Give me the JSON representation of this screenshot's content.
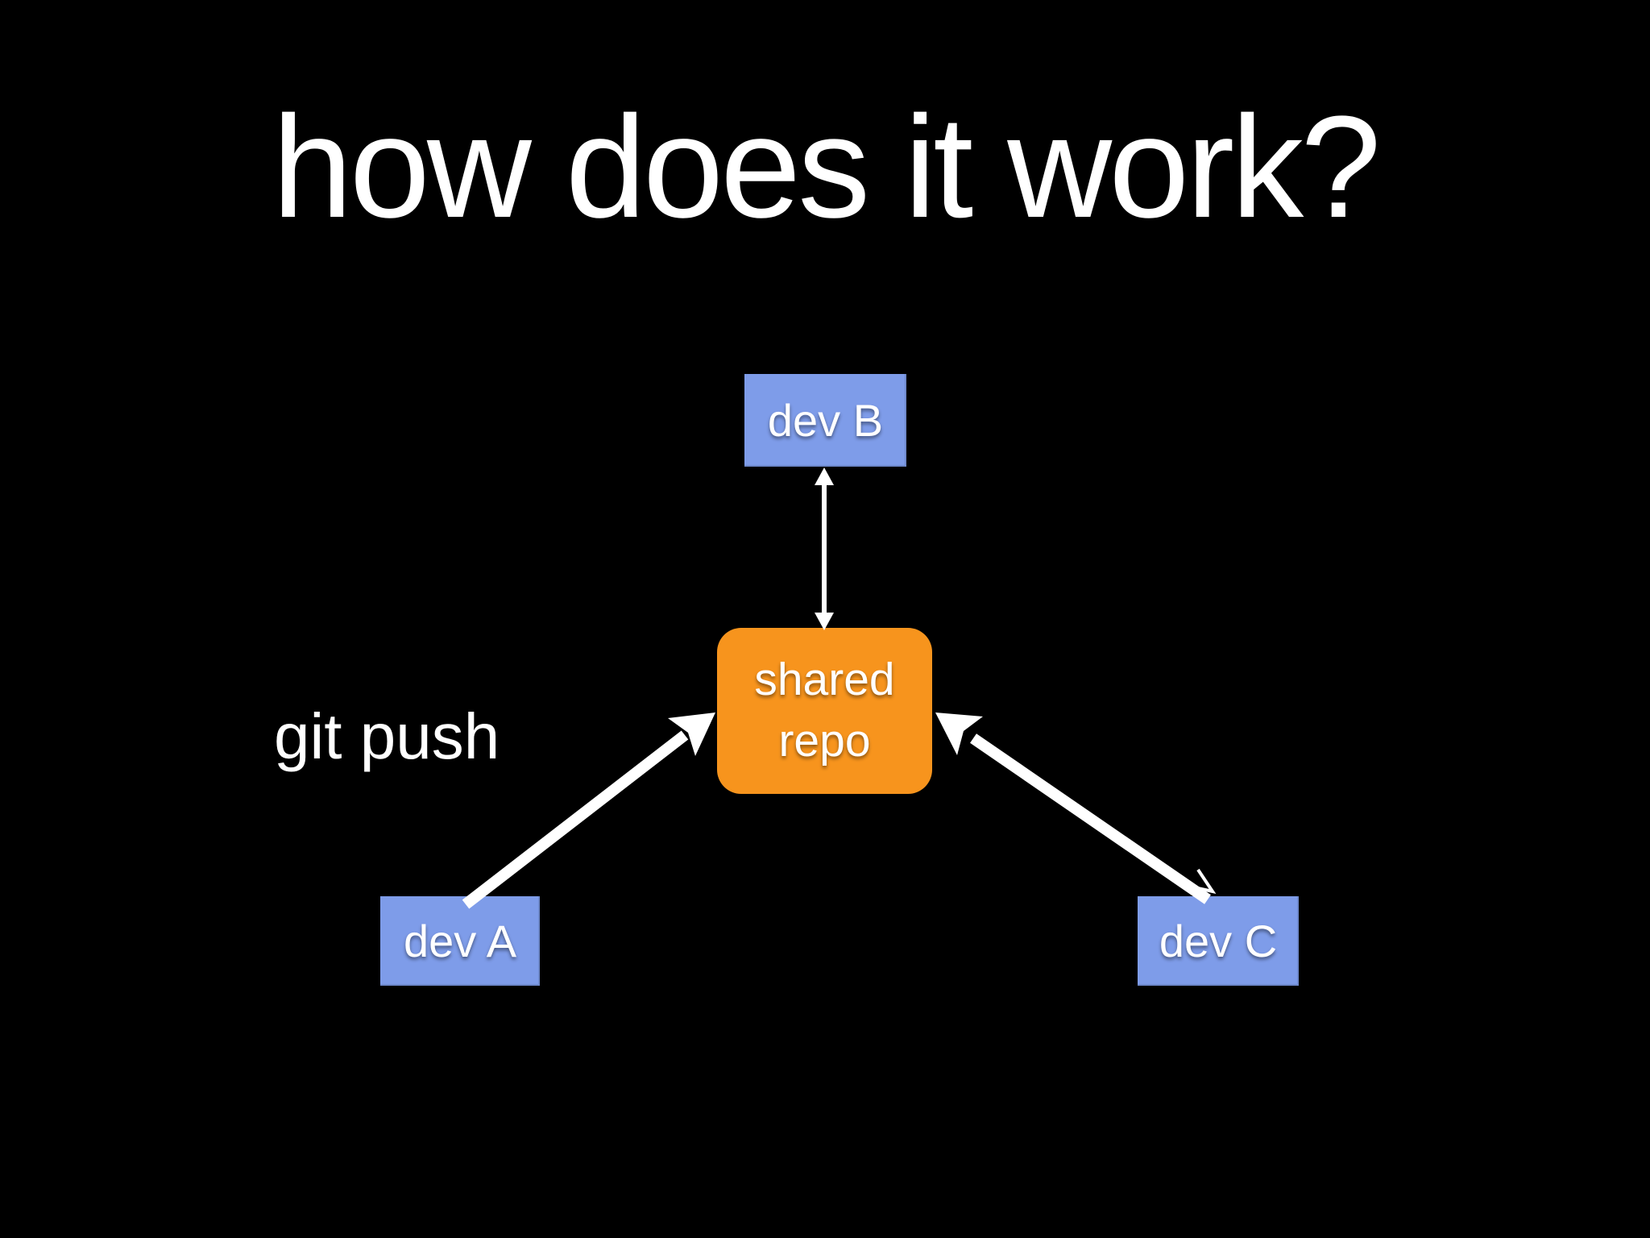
{
  "slide": {
    "title": "how does it work?",
    "background_color": "#000000",
    "text_color": "#ffffff"
  },
  "annotation": {
    "label": "git push"
  },
  "diagram": {
    "arrow_color": "#ffffff",
    "nodes": {
      "dev_b": {
        "label": "dev B",
        "color": "#7e9ce9",
        "shape": "rectangle"
      },
      "shared_repo": {
        "label": "shared repo",
        "color": "#f7941d",
        "shape": "rounded-rectangle"
      },
      "dev_a": {
        "label": "dev A",
        "color": "#7e9ce9",
        "shape": "rectangle"
      },
      "dev_c": {
        "label": "dev C",
        "color": "#7e9ce9",
        "shape": "rectangle"
      }
    },
    "edges": [
      {
        "from": "dev B",
        "to": "shared repo",
        "style": "thin double-headed vertical arrow"
      },
      {
        "from": "dev A",
        "to": "shared repo",
        "style": "thick arrow, large head at shared repo",
        "label": "git push"
      },
      {
        "from": "dev C",
        "to": "shared repo",
        "style": "thick arrow, large head at shared repo, small return head at dev C"
      }
    ]
  }
}
